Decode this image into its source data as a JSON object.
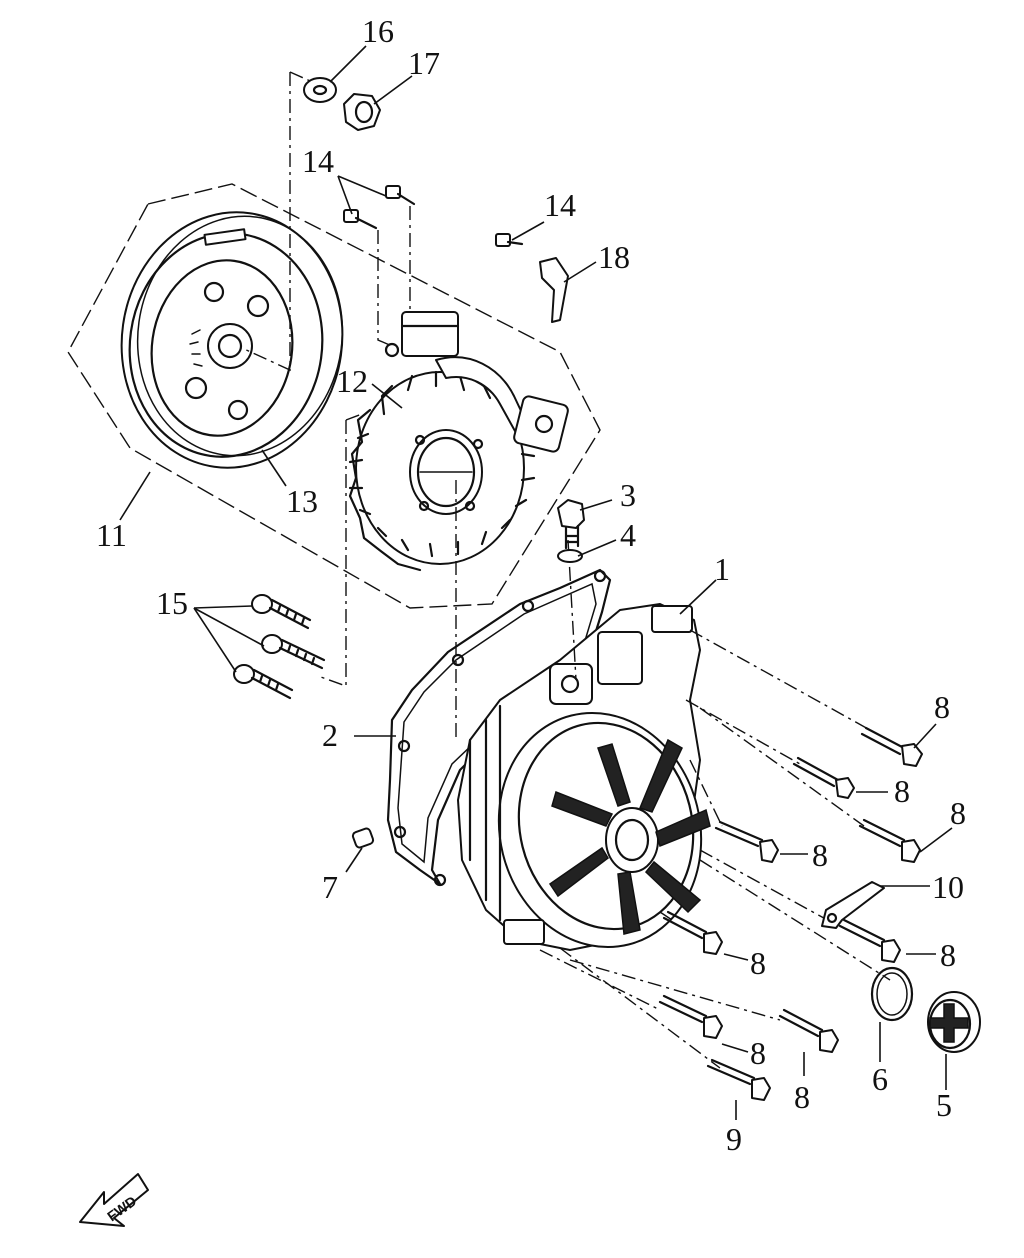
{
  "diagram": {
    "callouts": {
      "c1": "1",
      "c2": "2",
      "c3": "3",
      "c4": "4",
      "c5": "5",
      "c6": "6",
      "c7": "7",
      "c8a": "8",
      "c8b": "8",
      "c8c": "8",
      "c8d": "8",
      "c8e": "8",
      "c8f": "8",
      "c8g": "8",
      "c8h": "8",
      "c9": "9",
      "c10": "10",
      "c11": "11",
      "c12": "12",
      "c13": "13",
      "c14a": "14",
      "c14b": "14",
      "c15": "15",
      "c16": "16",
      "c17": "17",
      "c18": "18"
    },
    "direction_label": "FWD"
  }
}
